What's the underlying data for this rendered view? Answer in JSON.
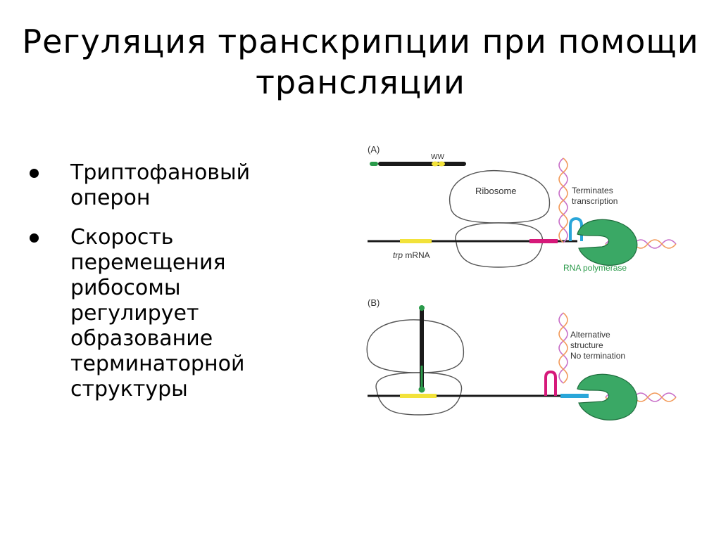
{
  "slide": {
    "title_lines": [
      "Регуляция транскрипции при помощи",
      "трансляции"
    ],
    "bullets": [
      {
        "lines": [
          "Триптофановый",
          "оперон"
        ]
      },
      {
        "lines": [
          "Скорость",
          "перемещения",
          "рибосомы",
          "регулирует",
          "образование",
          "терминаторной",
          "структуры"
        ]
      }
    ]
  },
  "figure": {
    "panel_a": {
      "label": "(A)",
      "ww_label": "WW",
      "ribosome_label": "Ribosome",
      "mrna_label_italic": "trp",
      "mrna_label_rest": " mRNA",
      "terminates_line1": "Terminates",
      "terminates_line2": "transcription",
      "polymerase_label": "RNA polymerase"
    },
    "panel_b": {
      "label": "(B)",
      "alt_line1": "Alternative",
      "alt_line2": "structure",
      "alt_line3": "No termination"
    },
    "colors": {
      "polymerase": "#3aa865",
      "trp_region": "#f2e23a",
      "pause_region": "#d6197a",
      "terminator": "#29a6d9",
      "dna_strand1": "#c86fc8",
      "dna_strand2": "#f29a5a",
      "peptide": "#1f7a3a"
    }
  }
}
